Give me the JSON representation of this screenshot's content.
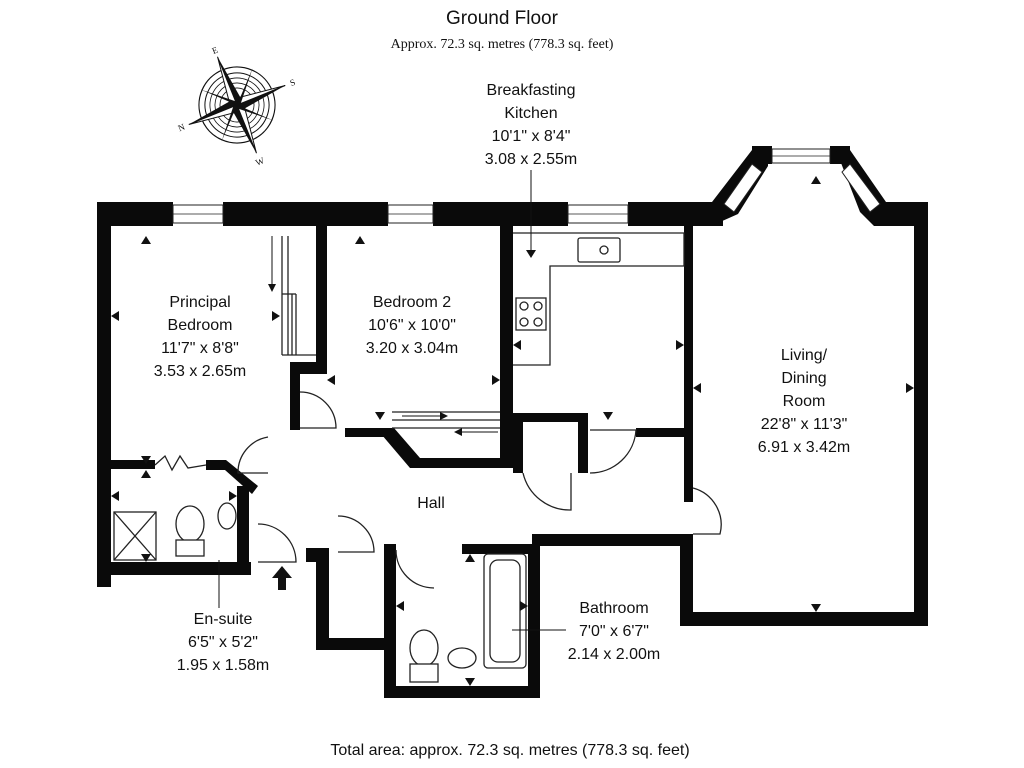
{
  "header": {
    "title": "Ground Floor",
    "subtitle": "Approx. 72.3 sq. metres (778.3 sq. feet)"
  },
  "compass": {
    "n": "N",
    "e": "E",
    "s": "S",
    "w": "W"
  },
  "rooms": {
    "principal_bedroom": {
      "line1": "Principal",
      "line2": "Bedroom",
      "imperial": "11'7\" x 8'8\"",
      "metric": "3.53 x 2.65m"
    },
    "bedroom_2": {
      "line1": "Bedroom 2",
      "imperial": "10'6\" x 10'0\"",
      "metric": "3.20 x 3.04m"
    },
    "kitchen": {
      "line1": "Breakfasting",
      "line2": "Kitchen",
      "imperial": "10'1\" x 8'4\"",
      "metric": "3.08 x 2.55m"
    },
    "living": {
      "line1": "Living/",
      "line2": "Dining",
      "line3": "Room",
      "imperial": "22'8\" x 11'3\"",
      "metric": "6.91 x 3.42m"
    },
    "hall": {
      "line1": "Hall"
    },
    "ensuite": {
      "line1": "En-suite",
      "imperial": "6'5\" x 5'2\"",
      "metric": "1.95 x 1.58m"
    },
    "bathroom": {
      "line1": "Bathroom",
      "imperial": "7'0\" x 6'7\"",
      "metric": "2.14 x 2.00m"
    }
  },
  "footer": {
    "total": "Total area: approx. 72.3 sq. metres (778.3 sq. feet)"
  }
}
